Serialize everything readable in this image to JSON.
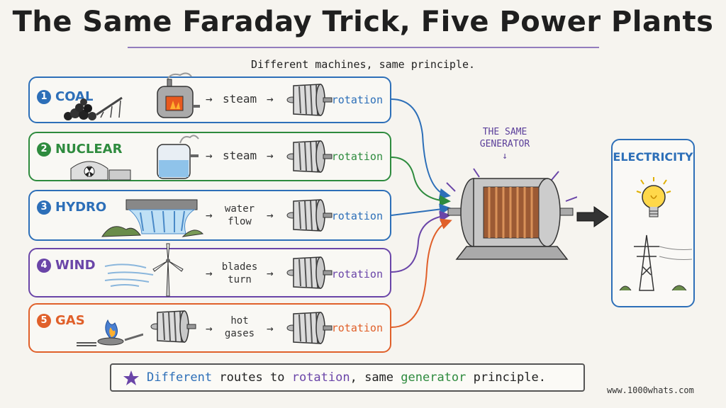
{
  "title": "The Same Faraday Trick, Five Power Plants",
  "subtitle": "Different machines, same principle.",
  "colors": {
    "coal": "#2d6fb8",
    "nuclear": "#2e8b3e",
    "hydro": "#2d6fb8",
    "wind": "#6a45a8",
    "gas": "#e0602a",
    "generator_label": "#5b3f9a"
  },
  "rows": [
    {
      "num": "1",
      "label": "COAL",
      "step": "steam",
      "result": "rotation",
      "color": "#2d6fb8"
    },
    {
      "num": "2",
      "label": "NUCLEAR",
      "step": "steam",
      "result": "rotation",
      "color": "#2e8b3e"
    },
    {
      "num": "3",
      "label": "HYDRO",
      "step1": "water",
      "step2": "flow",
      "result": "rotation",
      "color": "#2d6fb8"
    },
    {
      "num": "4",
      "label": "WIND",
      "step1": "blades",
      "step2": "turn",
      "result": "rotation",
      "color": "#6a45a8"
    },
    {
      "num": "5",
      "label": "GAS",
      "step1": "hot",
      "step2": "gases",
      "result": "rotation",
      "color": "#e0602a"
    }
  ],
  "generator": {
    "line1": "THE SAME",
    "line2": "GENERATOR"
  },
  "electricity": {
    "label": "ELECTRICITY"
  },
  "banner": {
    "w1": "Different",
    "w2": " routes to ",
    "w3": "rotation",
    "w4": ", same ",
    "w5": "generator",
    "w6": " principle."
  },
  "credit": "www.1000whats.com",
  "icons": [
    "coal-pile-icon",
    "boiler-icon",
    "turbine-icon",
    "reactor-icon",
    "dam-icon",
    "wind-turbine-icon",
    "gas-flame-icon",
    "generator-icon",
    "light-bulb-icon",
    "pylon-icon",
    "star-icon"
  ]
}
